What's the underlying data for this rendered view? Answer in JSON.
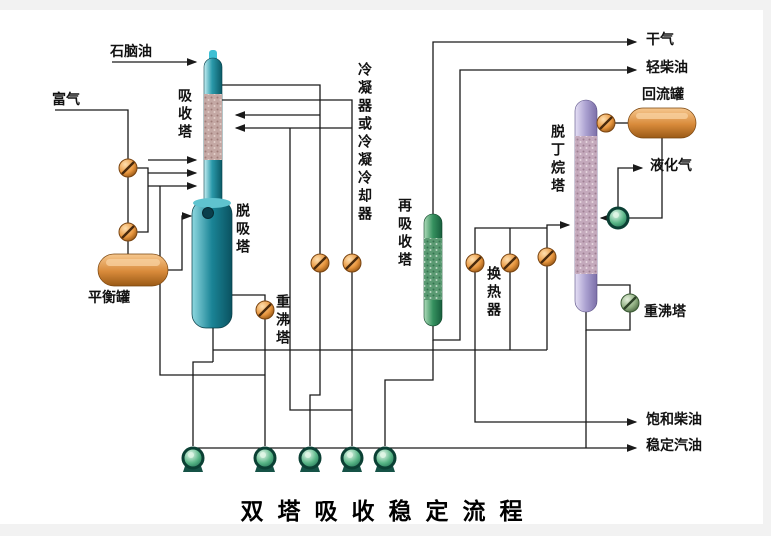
{
  "diagram": {
    "title": "双塔吸收稳定流程",
    "labels": {
      "naphtha": "石脑油",
      "rich_gas": "富气",
      "absorption_tower": "吸收塔",
      "desorption_tower": "脱吸塔",
      "condenser": "冷凝器或冷凝冷却器",
      "reabsorption_tower": "再吸收塔",
      "heat_exchanger": "换热器",
      "debutanizer_tower": "脱丁烷塔",
      "dry_gas": "干气",
      "light_diesel": "轻柴油",
      "reflux_tank": "回流罐",
      "lpg": "液化气",
      "reboiler_right": "重沸塔",
      "reboiler_left": "重沸塔",
      "balance_tank": "平衡罐",
      "saturated_diesel": "饱和柴油",
      "stabilized_gasoline": "稳定汽油"
    },
    "colors": {
      "pipe_line": "#1a1a1a",
      "tower_teal": "#1b8496",
      "tower_green": "#35915f",
      "tower_purple": "#aaa0d0",
      "vessel_orange": "#d88a3a",
      "pump_green": "#2e8b57",
      "text": "#111111"
    }
  }
}
